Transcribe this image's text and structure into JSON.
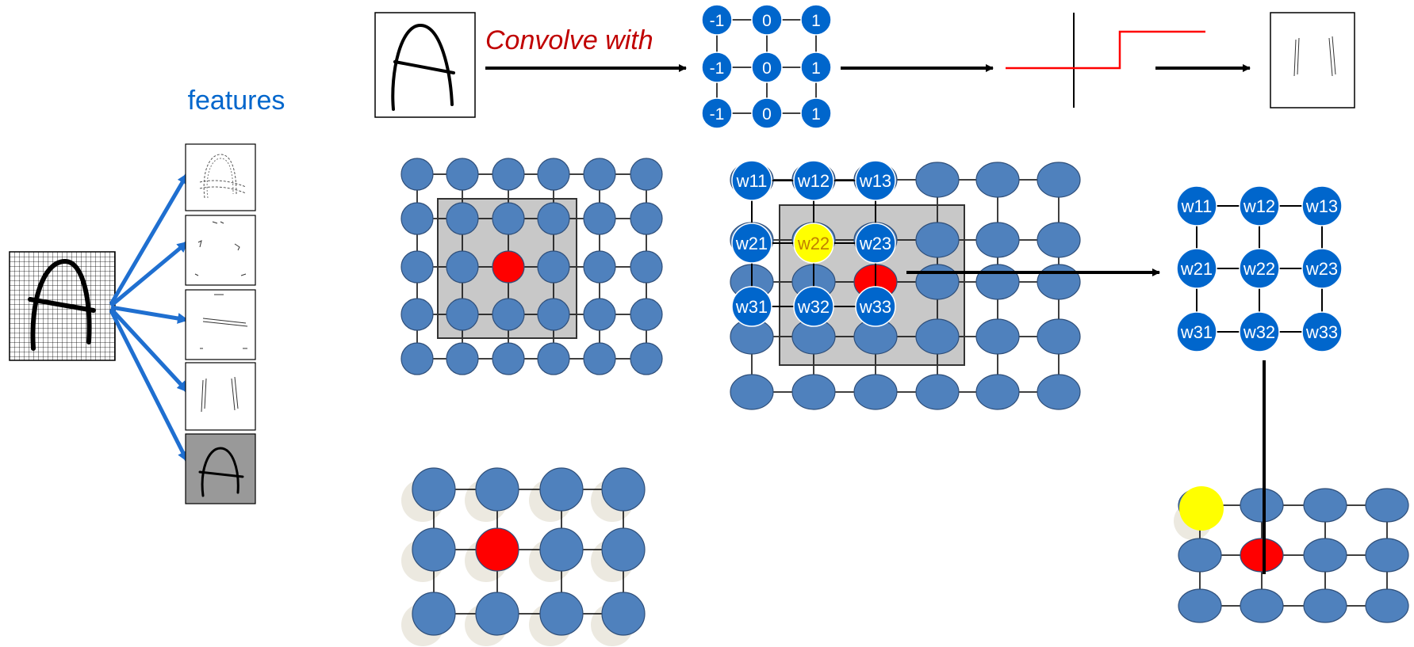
{
  "features_label": "features",
  "convolve_label": "Convolve with",
  "kernel_values": [
    [
      "-1",
      "0",
      "1"
    ],
    [
      "-1",
      "0",
      "1"
    ],
    [
      "-1",
      "0",
      "1"
    ]
  ],
  "weight_labels": [
    [
      "w11",
      "w12",
      "w13"
    ],
    [
      "w21",
      "w22",
      "w23"
    ],
    [
      "w31",
      "w32",
      "w33"
    ]
  ],
  "colors": {
    "node_blue": "#4f81bd",
    "kernel_blue": "#0066cc",
    "highlight_red": "#ff0000",
    "highlight_yellow": "#ffff00",
    "features_text": "#0066cc",
    "convolve_text": "#c00000",
    "arrow_blue": "#1f6fd0",
    "window_gray": "#c8c8c8"
  }
}
